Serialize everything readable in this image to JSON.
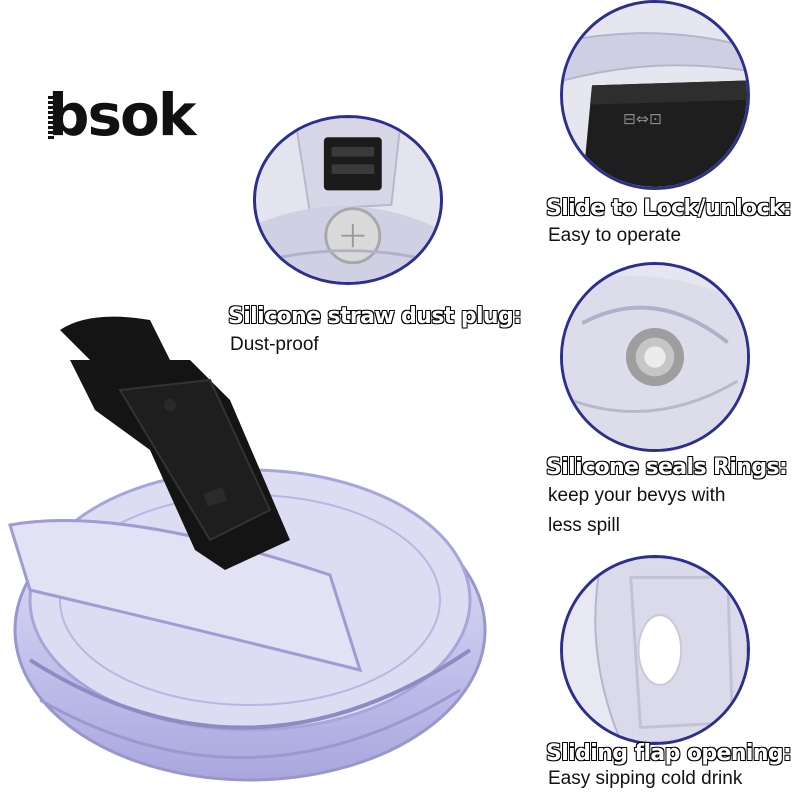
{
  "brand": {
    "logo_text": "bsok"
  },
  "features": [
    {
      "title": "Silicone straw dust plug:",
      "desc_lines": [
        "Dust-proof"
      ]
    },
    {
      "title": "Slide to Lock/unlock:",
      "desc_lines": [
        "Easy to operate"
      ]
    },
    {
      "title": "Silicone seals Rings:",
      "desc_lines": [
        "keep your bevys with",
        "less spill"
      ]
    },
    {
      "title": "Sliding flap opening:",
      "desc_lines": [
        "Easy sipping cold drink"
      ]
    }
  ],
  "colors": {
    "circle_border": "#2b2f8f",
    "lid_tint": "#c9c8ee",
    "plug_black": "#141414"
  }
}
